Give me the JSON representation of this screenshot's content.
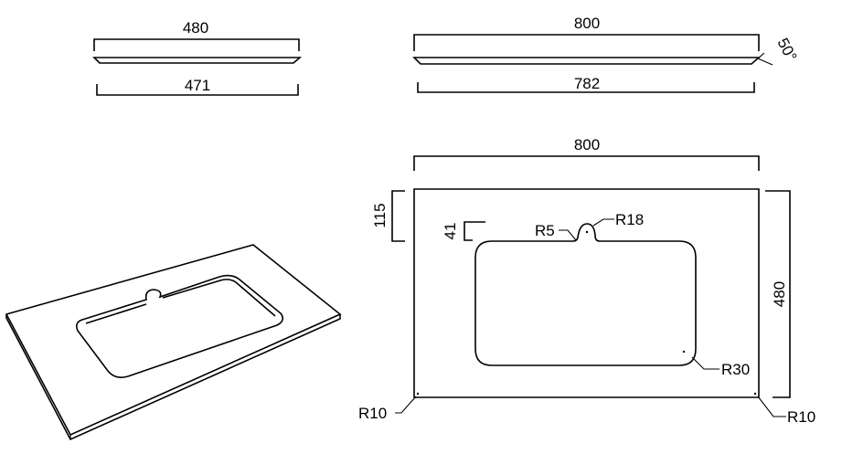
{
  "side_view": {
    "top_width_label": "480",
    "bottom_width_label": "471"
  },
  "front_view": {
    "top_width_label": "800",
    "bottom_width_label": "782",
    "bevel_angle_label": "50°"
  },
  "plan_view": {
    "width_label": "800",
    "depth_label": "480",
    "basin_offset_label": "115",
    "overflow_offset_label": "41",
    "overflow_radius_label": "R5",
    "overflow_notch_radius_label": "R18",
    "basin_corner_radius_label": "R30",
    "left_corner_radius_label": "R10",
    "right_corner_radius_label": "R10"
  }
}
